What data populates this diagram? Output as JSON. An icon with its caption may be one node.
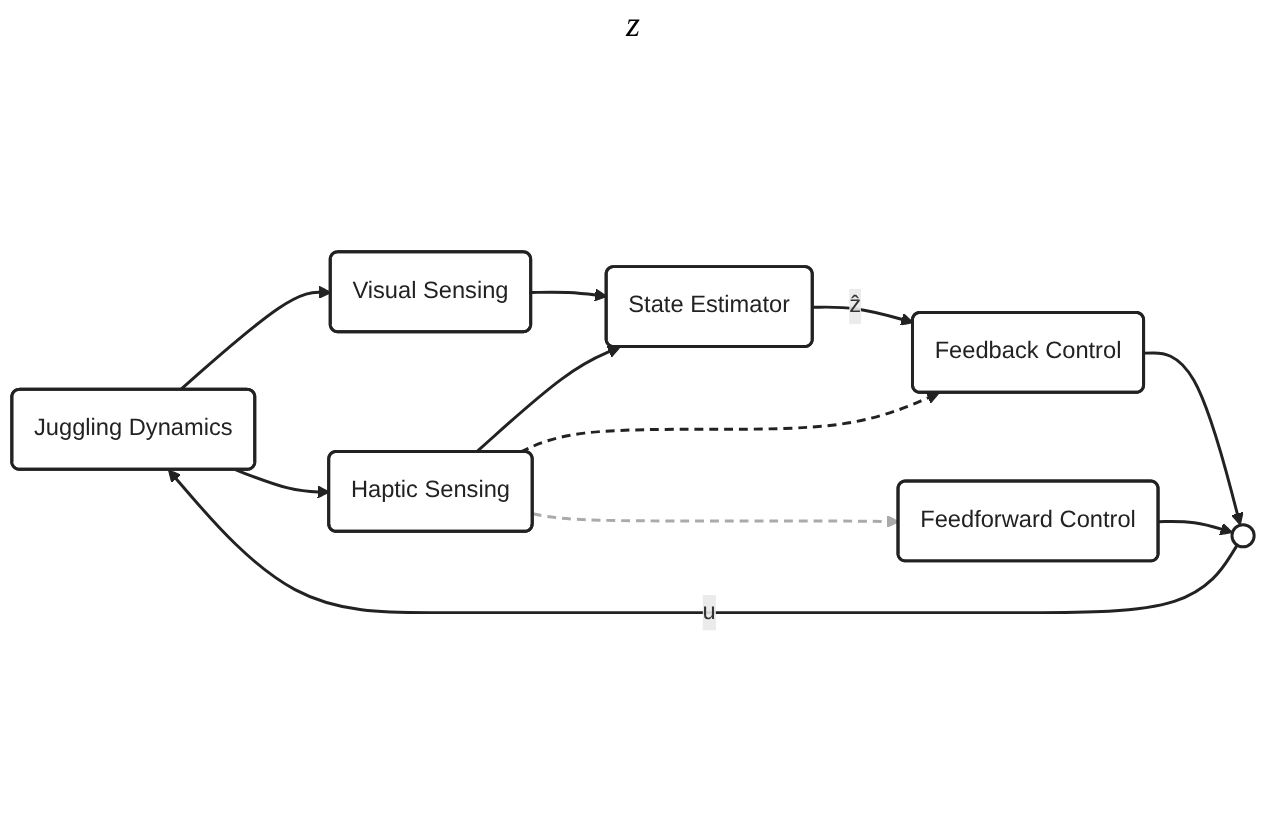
{
  "diagram": {
    "nodes": [
      {
        "text": [
          "Juggling Dynamics"
        ]
      },
      {
        "text": [
          "Visual Sensing"
        ]
      },
      {
        "text": [
          "Haptic Sensing"
        ]
      },
      {
        "text": [
          "State Estimator"
        ]
      },
      {
        "text": [
          "Feedback Control"
        ]
      },
      {
        "text": [
          "Feedforward Control"
        ]
      },
      {
        "text": [],
        "shape": "circle"
      }
    ],
    "edges": [
      {
        "from": 0,
        "to": 1,
        "arrow": "to"
      },
      {
        "from": 0,
        "to": 2,
        "arrow": "to"
      },
      {
        "from": 1,
        "to": 3,
        "arrow": "to"
      },
      {
        "from": 2,
        "to": 3,
        "arrow": "to"
      },
      {
        "from": 3,
        "to": 4,
        "arrow": "to",
        "label": "ẑ"
      },
      {
        "from": 4,
        "to": 6,
        "arrow": "to"
      },
      {
        "from": 5,
        "to": 6,
        "arrow": "to"
      },
      {
        "from": 6,
        "to": 0,
        "arrow": "to",
        "label": "u"
      },
      {
        "from": 2,
        "to": 4,
        "arrow": "to",
        "style": "dashed"
      },
      {
        "from": 2,
        "to": 5,
        "arrow": "to",
        "style": "dashed",
        "color": "#aaaaaa"
      }
    ],
    "labels": [
      "z"
    ]
  }
}
